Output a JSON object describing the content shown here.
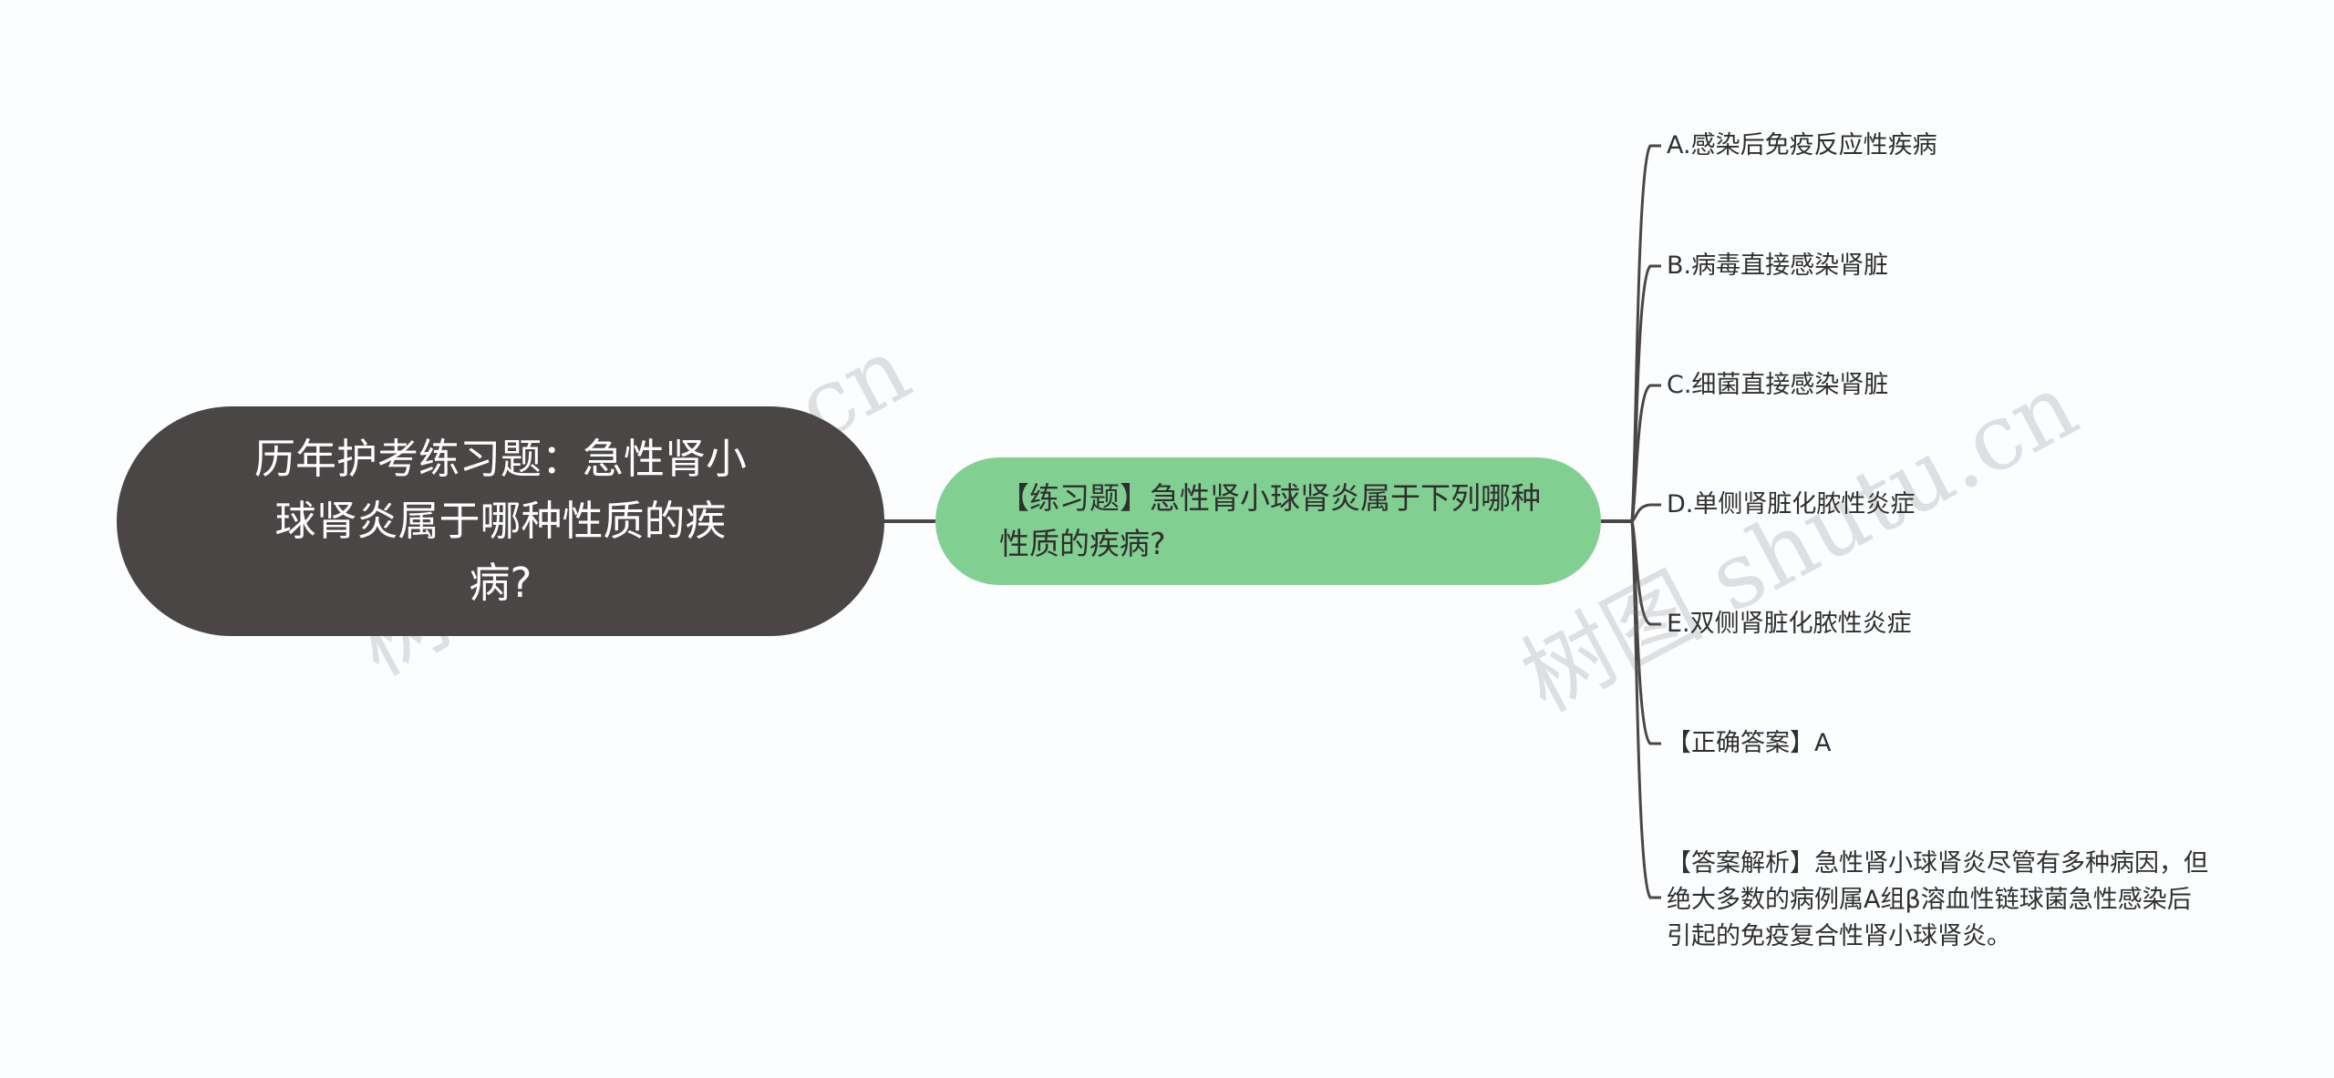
{
  "root": {
    "text": "历年护考练习题：急性肾小球肾炎属于哪种性质的疾病?"
  },
  "question": {
    "text": "【练习题】急性肾小球肾炎属于下列哪种性质的疾病?"
  },
  "leaves": [
    {
      "text": "A.感染后免疫反应性疾病"
    },
    {
      "text": "B.病毒直接感染肾脏"
    },
    {
      "text": "C.细菌直接感染肾脏"
    },
    {
      "text": "D.单侧肾脏化脓性炎症"
    },
    {
      "text": "E.双侧肾脏化脓性炎症"
    },
    {
      "text": "【正确答案】A"
    },
    {
      "text": "【答案解析】急性肾小球肾炎尽管有多种病因，但绝大多数的病例属A组β溶血性链球菌急性感染后引起的免疫复合性肾小球肾炎。"
    }
  ],
  "watermark": {
    "text": "树图 shutu.cn"
  },
  "colors": {
    "root_fill": "#4b4646",
    "question_fill": "#82cf92",
    "connector": "#4b4646",
    "background": "#fbfdfe"
  }
}
